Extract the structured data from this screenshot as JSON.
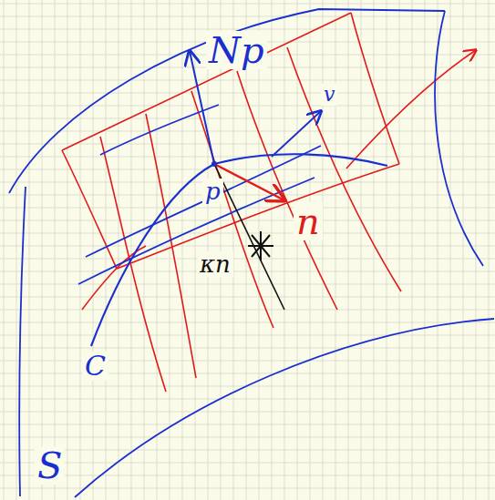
{
  "diagram": {
    "labels": [
      "Np",
      "v",
      "p",
      "n",
      "κn",
      "C",
      "S"
    ]
  }
}
